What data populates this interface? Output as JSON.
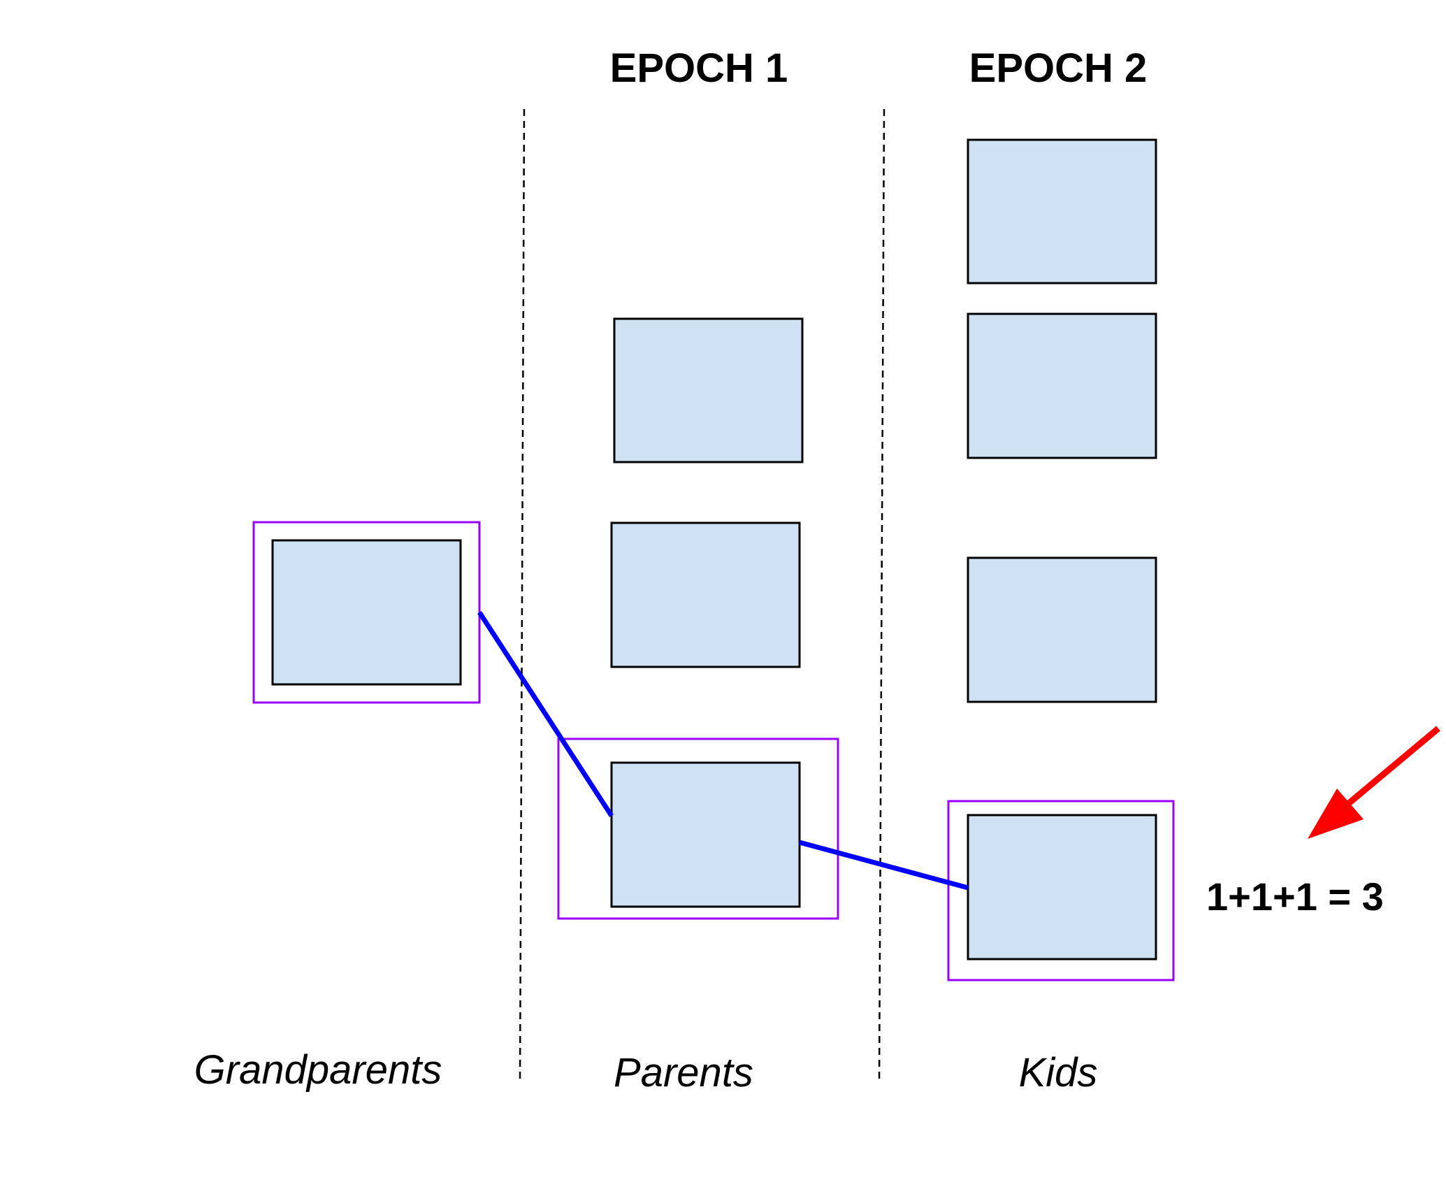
{
  "headings": {
    "epoch1": "EPOCH 1",
    "epoch2": "EPOCH 2"
  },
  "columns": {
    "grandparents": "Grandparents",
    "parents": "Parents",
    "kids": "Kids"
  },
  "equation": "1+1+1 = 3",
  "colors": {
    "box_fill": "#cfe2f3",
    "highlight": "#9900ff",
    "link": "#0000ff",
    "arrow": "#ff0000"
  }
}
